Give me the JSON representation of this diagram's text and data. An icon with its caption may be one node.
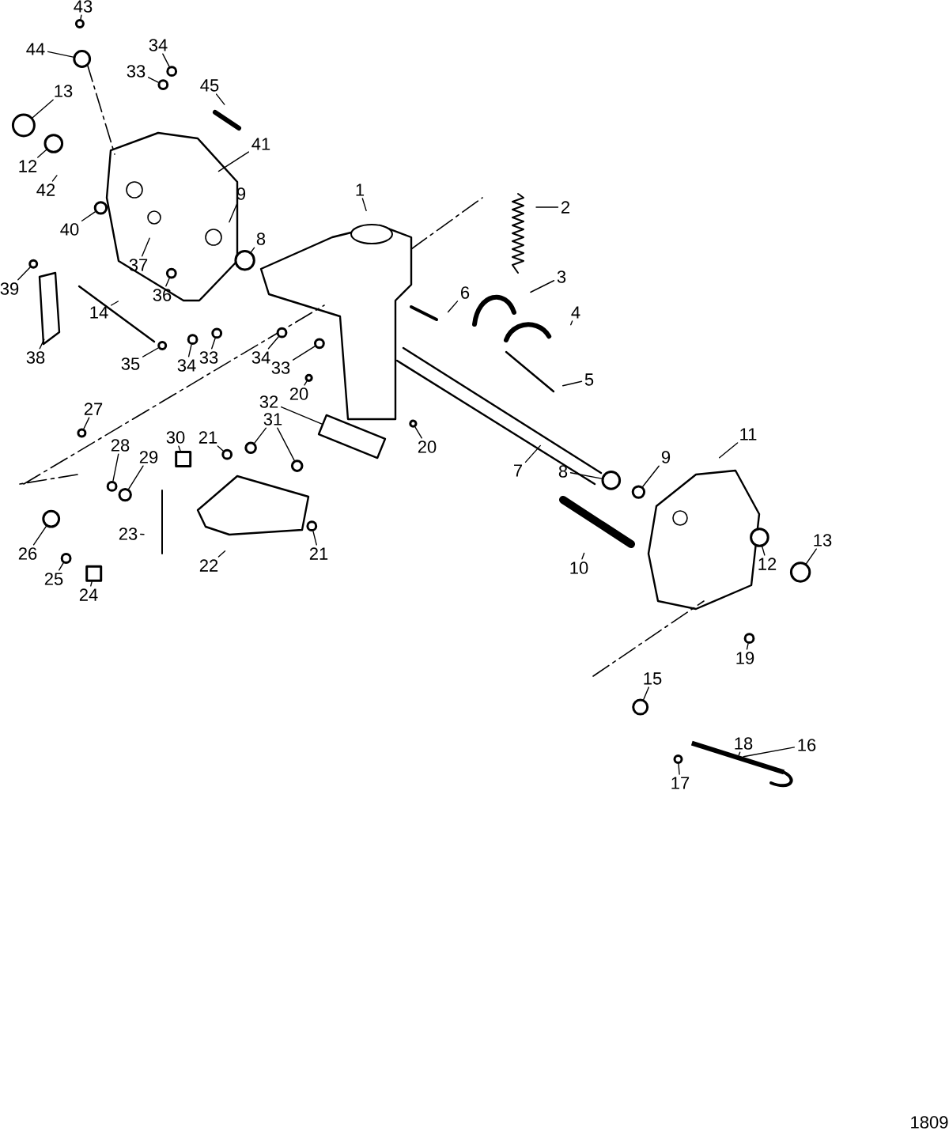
{
  "diagram": {
    "nodes": [
      {
        "text": [
          "43"
        ]
      },
      {
        "text": [
          "44"
        ]
      },
      {
        "text": [
          "34"
        ]
      },
      {
        "text": [
          "33"
        ]
      },
      {
        "text": [
          "45"
        ]
      },
      {
        "text": [
          "13"
        ]
      },
      {
        "text": [
          "41"
        ]
      },
      {
        "text": [
          "12"
        ]
      },
      {
        "text": [
          "42"
        ]
      },
      {
        "text": [
          "9"
        ]
      },
      {
        "text": [
          "1"
        ]
      },
      {
        "text": [
          "2"
        ]
      },
      {
        "text": [
          "40"
        ]
      },
      {
        "text": [
          "8"
        ]
      },
      {
        "text": [
          "37"
        ]
      },
      {
        "text": [
          "3"
        ]
      },
      {
        "text": [
          "39"
        ]
      },
      {
        "text": [
          "36"
        ]
      },
      {
        "text": [
          "6"
        ]
      },
      {
        "text": [
          "4"
        ]
      },
      {
        "text": [
          "14"
        ]
      },
      {
        "text": [
          "38"
        ]
      },
      {
        "text": [
          "35"
        ]
      },
      {
        "text": [
          "34"
        ]
      },
      {
        "text": [
          "33"
        ]
      },
      {
        "text": [
          "34"
        ]
      },
      {
        "text": [
          "33"
        ]
      },
      {
        "text": [
          "5"
        ]
      },
      {
        "text": [
          "20"
        ]
      },
      {
        "text": [
          "32"
        ]
      },
      {
        "text": [
          "27"
        ]
      },
      {
        "text": [
          "21"
        ]
      },
      {
        "text": [
          "30"
        ]
      },
      {
        "text": [
          "31"
        ]
      },
      {
        "text": [
          "20"
        ]
      },
      {
        "text": [
          "28"
        ]
      },
      {
        "text": [
          "29"
        ]
      },
      {
        "text": [
          "11"
        ]
      },
      {
        "text": [
          "8"
        ]
      },
      {
        "text": [
          "7"
        ]
      },
      {
        "text": [
          "9"
        ]
      },
      {
        "text": [
          "23"
        ]
      },
      {
        "text": [
          "22"
        ]
      },
      {
        "text": [
          "21"
        ]
      },
      {
        "text": [
          "26"
        ]
      },
      {
        "text": [
          "10"
        ]
      },
      {
        "text": [
          "12"
        ]
      },
      {
        "text": [
          "13"
        ]
      },
      {
        "text": [
          "25"
        ]
      },
      {
        "text": [
          "24"
        ]
      },
      {
        "text": [
          "19"
        ]
      },
      {
        "text": [
          "15"
        ]
      },
      {
        "text": [
          "18"
        ]
      },
      {
        "text": [
          "16"
        ]
      },
      {
        "text": [
          "17"
        ]
      },
      {
        "text": [],
        "shape": "circle"
      },
      {
        "text": [],
        "shape": "circle"
      },
      {
        "text": [],
        "shape": "circle"
      },
      {
        "text": [],
        "shape": "circle"
      },
      {
        "text": [],
        "shape": "circle"
      },
      {
        "text": [],
        "shape": "circle"
      },
      {
        "text": [],
        "shape": "circle"
      },
      {
        "text": [],
        "shape": "circle"
      },
      {
        "text": [],
        "shape": "circle"
      },
      {
        "text": [],
        "shape": "circle"
      },
      {
        "text": [],
        "shape": "circle"
      },
      {
        "text": [],
        "shape": "circle"
      },
      {
        "text": [],
        "shape": "circle"
      },
      {
        "text": [],
        "shape": "circle"
      },
      {
        "text": [],
        "shape": "circle"
      },
      {
        "text": [],
        "shape": "circle"
      },
      {
        "text": [],
        "shape": "box"
      },
      {
        "text": [],
        "shape": "circle"
      },
      {
        "text": [],
        "shape": "circle"
      },
      {
        "text": [],
        "shape": "circle"
      },
      {
        "text": [],
        "shape": "circle"
      },
      {
        "text": [],
        "shape": "circle"
      },
      {
        "text": [],
        "shape": "circle"
      },
      {
        "text": [],
        "shape": "circle"
      },
      {
        "text": [],
        "shape": "circle"
      },
      {
        "text": [],
        "shape": "circle"
      },
      {
        "text": [],
        "shape": "circle"
      },
      {
        "text": [],
        "shape": "circle"
      },
      {
        "text": [],
        "shape": "circle"
      },
      {
        "text": [],
        "shape": "box"
      },
      {
        "text": [],
        "shape": "circle"
      },
      {
        "text": [],
        "shape": "circle"
      },
      {
        "text": [],
        "shape": "circle"
      },
      {
        "text": [],
        "shape": "bar"
      },
      {
        "text": [],
        "shape": "box"
      },
      {
        "text": [],
        "shape": "circle"
      },
      {
        "text": [],
        "shape": "circle"
      }
    ],
    "edges": [
      {
        "from": 0,
        "to": 55,
        "arrow": "none"
      },
      {
        "from": 1,
        "to": 56,
        "arrow": "none"
      },
      {
        "from": 2,
        "to": 57,
        "arrow": "none"
      },
      {
        "from": 3,
        "to": 58,
        "arrow": "none"
      },
      {
        "from": 4,
        "to": null,
        "arrow": "none"
      },
      {
        "from": 5,
        "to": 59,
        "arrow": "none"
      },
      {
        "from": 6,
        "to": null,
        "arrow": "none"
      },
      {
        "from": 7,
        "to": 60,
        "arrow": "none"
      },
      {
        "from": 8,
        "to": null,
        "arrow": "none"
      },
      {
        "from": 9,
        "to": null,
        "arrow": "none"
      },
      {
        "from": 10,
        "to": null,
        "arrow": "none"
      },
      {
        "from": 11,
        "to": null,
        "arrow": "none"
      },
      {
        "from": 12,
        "to": 61,
        "arrow": "none"
      },
      {
        "from": 13,
        "to": 62,
        "arrow": "none"
      },
      {
        "from": 14,
        "to": null,
        "arrow": "none"
      },
      {
        "from": 15,
        "to": null,
        "arrow": "none"
      },
      {
        "from": 16,
        "to": 90,
        "arrow": "none"
      },
      {
        "from": 17,
        "to": 91,
        "arrow": "none"
      },
      {
        "from": 18,
        "to": null,
        "arrow": "none"
      },
      {
        "from": 19,
        "to": null,
        "arrow": "none"
      },
      {
        "from": 20,
        "to": null,
        "arrow": "none"
      },
      {
        "from": 21,
        "to": null,
        "arrow": "none"
      },
      {
        "from": 22,
        "to": 63,
        "arrow": "none"
      },
      {
        "from": 23,
        "to": 64,
        "arrow": "none"
      },
      {
        "from": 24,
        "to": 65,
        "arrow": "none"
      },
      {
        "from": 25,
        "to": 66,
        "arrow": "none"
      },
      {
        "from": 26,
        "to": 67,
        "arrow": "none"
      },
      {
        "from": 27,
        "to": null,
        "arrow": "none"
      },
      {
        "from": 28,
        "to": 68,
        "arrow": "none"
      },
      {
        "from": 29,
        "to": 89,
        "arrow": "none"
      },
      {
        "from": 30,
        "to": 69,
        "arrow": "none"
      },
      {
        "from": 31,
        "to": 70,
        "arrow": "none"
      },
      {
        "from": 32,
        "to": 71,
        "arrow": "none"
      },
      {
        "from": 33,
        "to": 72,
        "arrow": "none"
      },
      {
        "from": 33,
        "to": 73,
        "arrow": "none"
      },
      {
        "from": 34,
        "to": 74,
        "arrow": "none"
      },
      {
        "from": 35,
        "to": 75,
        "arrow": "none"
      },
      {
        "from": 36,
        "to": 76,
        "arrow": "none"
      },
      {
        "from": 37,
        "to": null,
        "arrow": "none"
      },
      {
        "from": 38,
        "to": 77,
        "arrow": "none"
      },
      {
        "from": 39,
        "to": null,
        "arrow": "none"
      },
      {
        "from": 40,
        "to": 78,
        "arrow": "none"
      },
      {
        "from": 41,
        "to": null,
        "arrow": "none"
      },
      {
        "from": 42,
        "to": null,
        "arrow": "none"
      },
      {
        "from": 43,
        "to": 79,
        "arrow": "none"
      },
      {
        "from": 44,
        "to": 80,
        "arrow": "none"
      },
      {
        "from": 45,
        "to": null,
        "arrow": "none"
      },
      {
        "from": 46,
        "to": 81,
        "arrow": "none"
      },
      {
        "from": 47,
        "to": 82,
        "arrow": "none"
      },
      {
        "from": 48,
        "to": 83,
        "arrow": "none"
      },
      {
        "from": 49,
        "to": 84,
        "arrow": "none"
      },
      {
        "from": 50,
        "to": 85,
        "arrow": "none"
      },
      {
        "from": 51,
        "to": 86,
        "arrow": "none"
      },
      {
        "from": 52,
        "to": 88,
        "arrow": "none"
      },
      {
        "from": 53,
        "to": 88,
        "arrow": "none"
      },
      {
        "from": 54,
        "to": 87,
        "arrow": "none"
      }
    ],
    "labels": [
      "1809"
    ]
  }
}
